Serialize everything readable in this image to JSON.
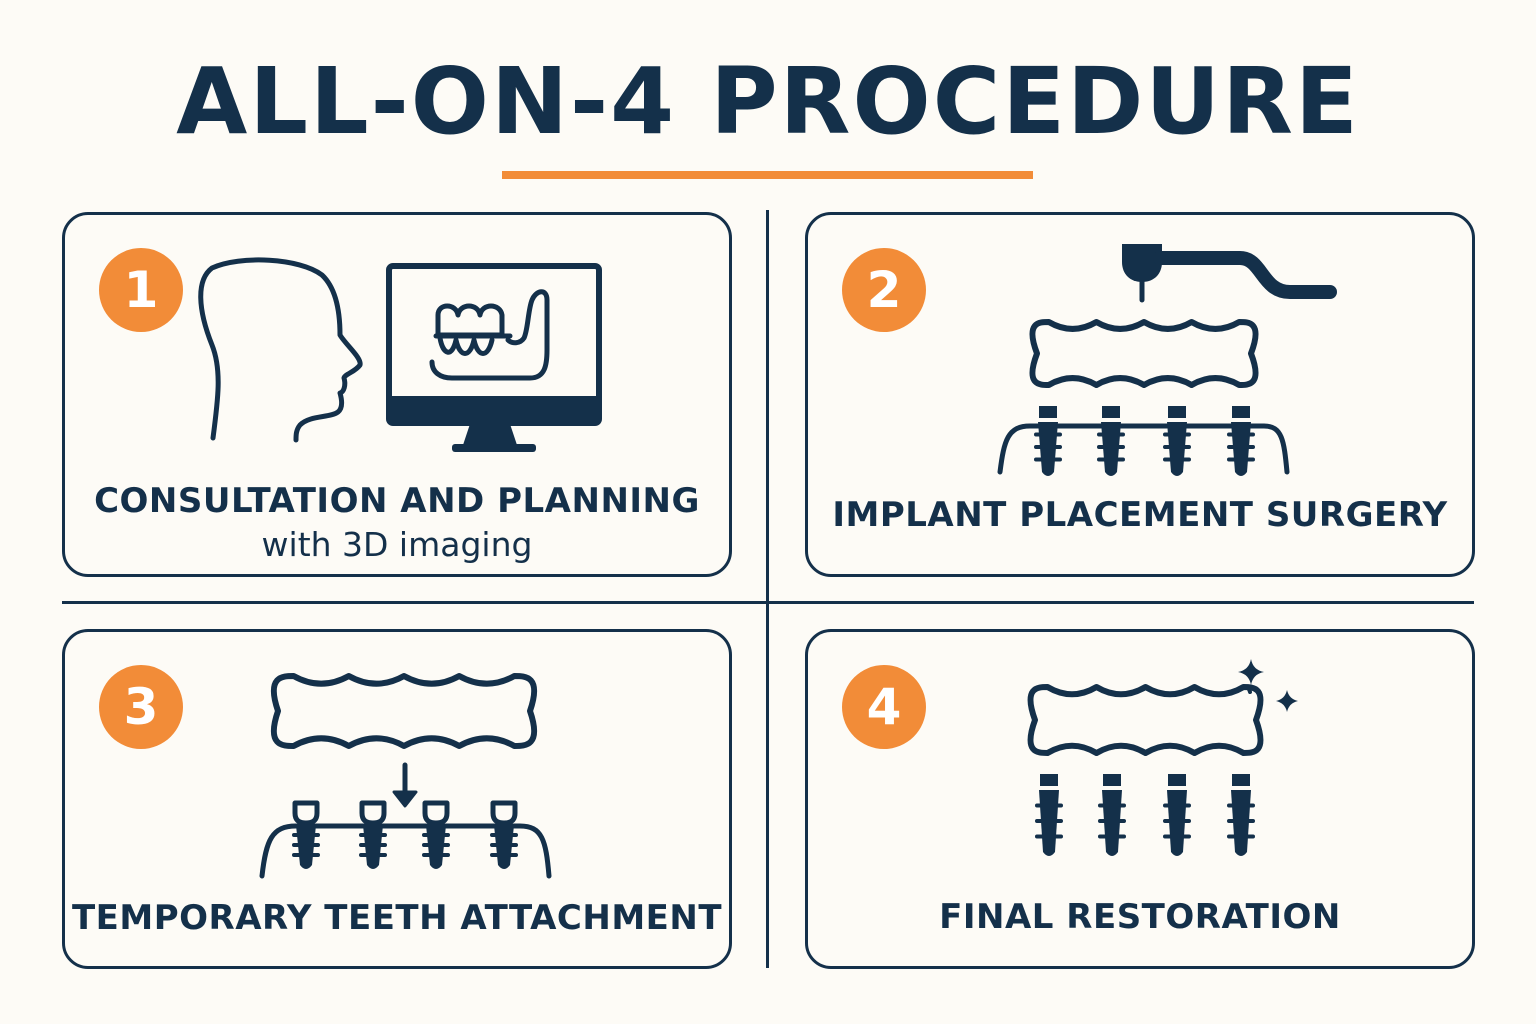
{
  "title": "ALL-ON-4 PROCEDURE",
  "colors": {
    "navy": "#14304a",
    "accent": "#f28c38",
    "background": "#fdfbf6"
  },
  "steps": [
    {
      "number": "1",
      "label": "CONSULTATION AND PLANNING",
      "sublabel": "with 3D imaging",
      "icons": [
        "head-profile-icon",
        "monitor-teeth-scan-icon"
      ]
    },
    {
      "number": "2",
      "label": "IMPLANT PLACEMENT SURGERY",
      "icons": [
        "dental-drill-icon",
        "teeth-bridge-icon",
        "implants-in-jaw-icon"
      ]
    },
    {
      "number": "3",
      "label": "TEMPORARY TEETH ATTACHMENT",
      "icons": [
        "teeth-bridge-icon",
        "arrow-down-icon",
        "abutment-implants-icon"
      ]
    },
    {
      "number": "4",
      "label": "FINAL RESTORATION",
      "icons": [
        "teeth-bridge-icon",
        "sparkle-icon",
        "implants-icon"
      ]
    }
  ]
}
